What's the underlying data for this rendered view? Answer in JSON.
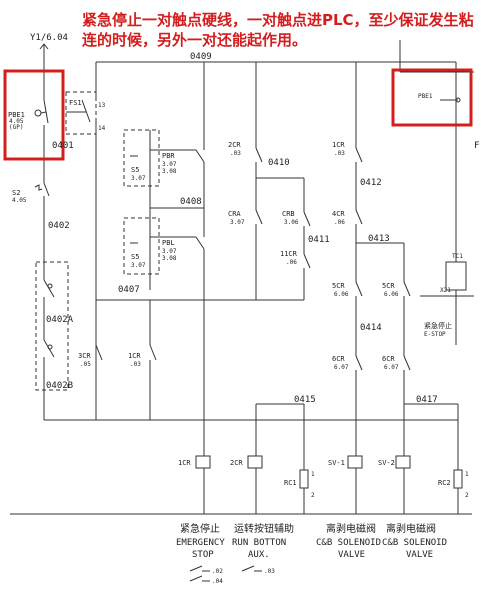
{
  "annotation": "紧急停止一对触点硬线，一对触点进PLC，至少保证发生粘连的时候，另外一对还能起作用。",
  "source_ref": "Y1/6.04",
  "nodes": [
    "0401",
    "0402",
    "0402A",
    "0402B",
    "0407",
    "0408",
    "0409",
    "0410",
    "0411",
    "0412",
    "0413",
    "0414",
    "0415",
    "0417"
  ],
  "devices": [
    {
      "tag": "PBE1",
      "ref1": "4.05",
      "ref2": "(GP)"
    },
    {
      "tag": "FS1",
      "term1": "13",
      "term2": "14"
    },
    {
      "tag": "S2",
      "ref1": "4.05"
    },
    {
      "tag": "PBR",
      "ref1": "3.07",
      "ref2": "3.08"
    },
    {
      "tag": "S5",
      "ref1": "3.07"
    },
    {
      "tag": "PBL",
      "ref1": "3.07",
      "ref2": "3.08"
    },
    {
      "tag": "S5",
      "ref1": "3.07"
    },
    {
      "tag": "2CR",
      "ref1": ".03"
    },
    {
      "tag": "CRA",
      "ref1": "3.07"
    },
    {
      "tag": "CRB",
      "ref1": "3.06"
    },
    {
      "tag": "11CR",
      "ref1": ".06"
    },
    {
      "tag": "1CR",
      "ref1": ".03"
    },
    {
      "tag": "4CR",
      "ref1": ".06"
    },
    {
      "tag": "5CR",
      "ref1": "6.06"
    },
    {
      "tag": "6CR",
      "ref1": "6.07"
    },
    {
      "tag": "5CR",
      "ref1": "6.06"
    },
    {
      "tag": "6CR",
      "ref1": "6.07"
    },
    {
      "tag": "3CR",
      "ref1": ".05"
    },
    {
      "tag": "1CR",
      "ref1": ".03"
    }
  ],
  "coils": [
    "1CR",
    "2CR",
    "SV-1",
    "SV-2"
  ],
  "snubbers": [
    {
      "tag": "RC1",
      "n1": "1",
      "n2": "2"
    },
    {
      "tag": "RC2",
      "n1": "1",
      "n2": "2"
    }
  ],
  "sheet_ref": "F",
  "inset": {
    "code": "TC1",
    "tag": "PBE1",
    "caption_cn": "紧急停止",
    "caption_en": "E-STOP",
    "terminal": "X21"
  },
  "columns": [
    {
      "cn": "紧急停止",
      "en1": "EMERGENCY",
      "en2": "STOP"
    },
    {
      "cn": "运转按钮辅助",
      "en1": "RUN BOTTON",
      "en2": "AUX."
    },
    {
      "cn": "离剥电磁阀",
      "en1": "C&B SOLENOID",
      "en2": "VALVE"
    },
    {
      "cn": "离剥电磁阀",
      "en1": "C&B SOLENOID",
      "en2": "VALVE"
    }
  ],
  "xrefs": [
    ".02",
    ".04",
    ".03"
  ],
  "colors": {
    "highlight": "#d41d1d",
    "line": "#333333"
  }
}
